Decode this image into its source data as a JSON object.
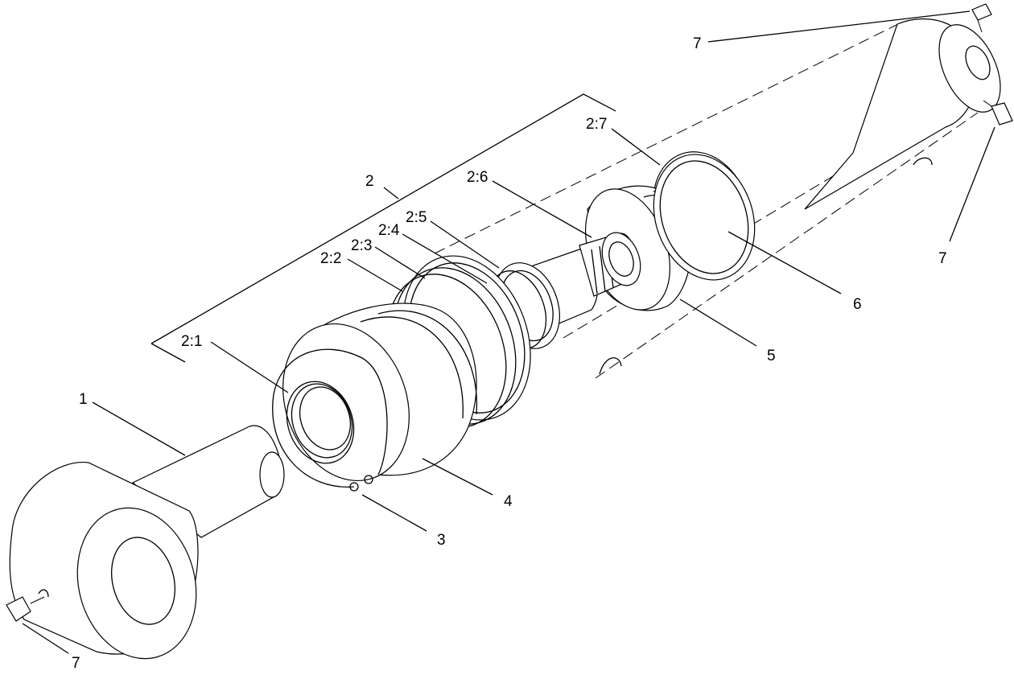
{
  "callouts": {
    "c1": "1",
    "c2": "2",
    "c2_1": "2:1",
    "c2_2": "2:2",
    "c2_3": "2:3",
    "c2_4": "2:4",
    "c2_5": "2:5",
    "c2_6": "2:6",
    "c2_7": "2:7",
    "c3": "3",
    "c4": "4",
    "c5": "5",
    "c6": "6",
    "c7_top": "7",
    "c7_right": "7",
    "c7_bottom": "7"
  }
}
